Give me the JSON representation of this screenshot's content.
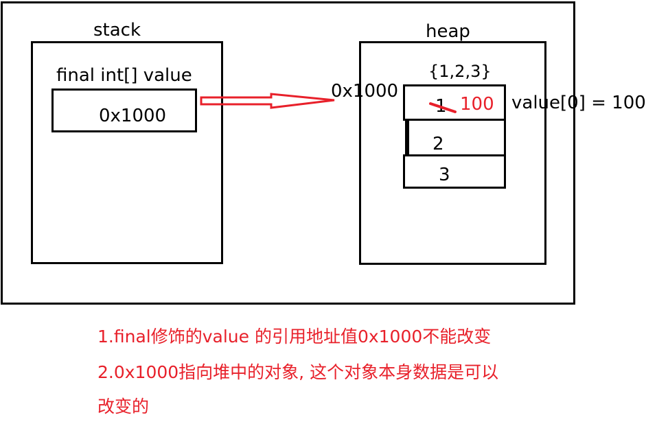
{
  "stack": {
    "title": "stack",
    "var_label": "final int[] value",
    "ref_value": "0x1000"
  },
  "heap": {
    "title": "heap",
    "array_literal": "{1,2,3}",
    "address": "0x1000",
    "cells": [
      "1",
      "2",
      "3"
    ],
    "new_value": "100",
    "assignment": "value[0] = 100"
  },
  "notes": {
    "line1": "1.final修饰的value 的引用地址值0x1000不能改变",
    "line2": "2.0x1000指向堆中的对象, 这个对象本身数据是可以",
    "line3": "改变的"
  },
  "colors": {
    "highlight": "#e8202a",
    "stroke": "#000000"
  }
}
